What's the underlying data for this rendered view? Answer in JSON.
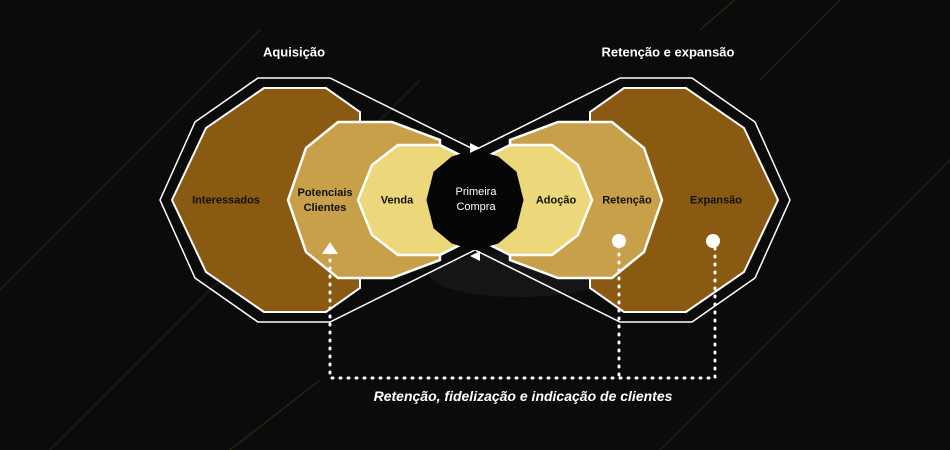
{
  "headers": {
    "acquisition": "Aquisição",
    "retention_expansion": "Retenção e expansão"
  },
  "stages": {
    "interessados": "Interessados",
    "potenciais_line1": "Potenciais",
    "potenciais_line2": "Clientes",
    "venda": "Venda",
    "primeira_line1": "Primeira",
    "primeira_line2": "Compra",
    "adocao": "Adoção",
    "retencao": "Retenção",
    "expansao": "Expansão"
  },
  "footer": {
    "caption": "Retenção, fidelização e indicação de clientes"
  },
  "colors": {
    "background": "#0b0b0b",
    "dark_gold": "#8a5a12",
    "mid_gold": "#c9a04a",
    "light_gold": "#ecd77a",
    "center": "#050505",
    "outline": "#ffffff"
  }
}
